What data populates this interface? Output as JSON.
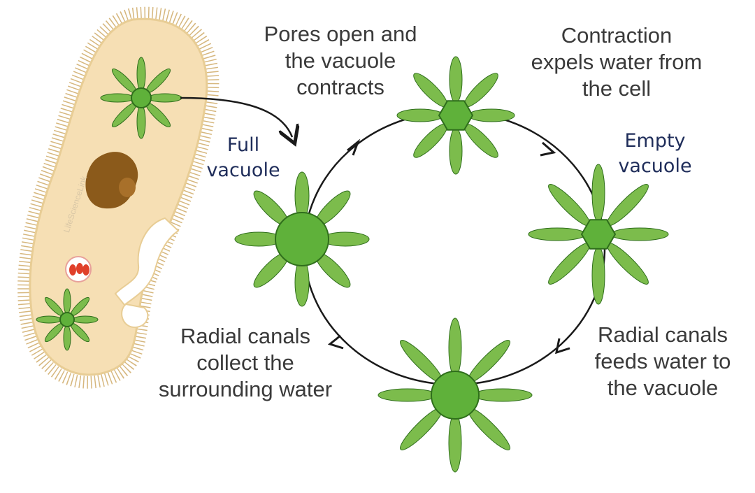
{
  "colors": {
    "cell_fill": "#f6dfb4",
    "cell_outline": "#e8cd95",
    "cilia": "#d6b77e",
    "nucleus": "#8b5a1b",
    "vacuole_green": "#5fb13a",
    "vacuole_outline": "#2f6e1c",
    "canal_green": "#7cbc4c",
    "state_label": "#1f2d5a",
    "food_vacuole": "#e0402a",
    "arrow": "#1a1a1a"
  },
  "watermark": "LifeScienceLink",
  "captions": {
    "pores_open": [
      "Pores open and",
      "the vacuole",
      "contracts"
    ],
    "contraction": [
      "Contraction",
      "expels water from",
      "the cell"
    ],
    "radial_collect": [
      "Radial canals",
      "collect the",
      "surrounding water"
    ],
    "radial_feed": [
      "Radial canals",
      "feeds water to",
      "the vacuole"
    ]
  },
  "states": {
    "full": [
      "Full",
      "vacuole"
    ],
    "empty": [
      "Empty",
      "vacuole"
    ]
  },
  "vacuoles": [
    {
      "id": "full",
      "shape": "circle"
    },
    {
      "id": "contracting",
      "shape": "hexagon"
    },
    {
      "id": "empty",
      "shape": "hexagon"
    },
    {
      "id": "filling",
      "shape": "circle"
    }
  ]
}
